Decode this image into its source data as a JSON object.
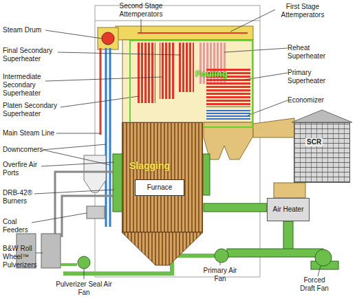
{
  "diagram": {
    "nodes": [
      {
        "text": [
          "Fouling"
        ]
      },
      {
        "text": [
          "Slagging"
        ]
      },
      {
        "text": [
          "Furnace"
        ],
        "in": 1
      },
      {
        "text": [
          "SCR"
        ]
      },
      {
        "text": [
          "Air Heater"
        ]
      }
    ],
    "labels": [
      "Second Stage Attemperators",
      "First Stage Attemperators",
      "Steam Drum",
      "Final Secondary Superheater",
      "Intermediate Secondary Superheater",
      "Platen Secondary Superheater",
      "Reheat Superheater",
      "Primary Superheater",
      "Economizer",
      "Main Steam Line",
      "Downcomers",
      "Overfire Air Ports",
      "DRB-42® Burners",
      "Coal Feeders",
      "B&W Roll Wheel™ Pulverizers",
      "Primary Air Fan",
      "Forced Draft Fan",
      "Pulverizer Seal Air Fan"
    ]
  }
}
